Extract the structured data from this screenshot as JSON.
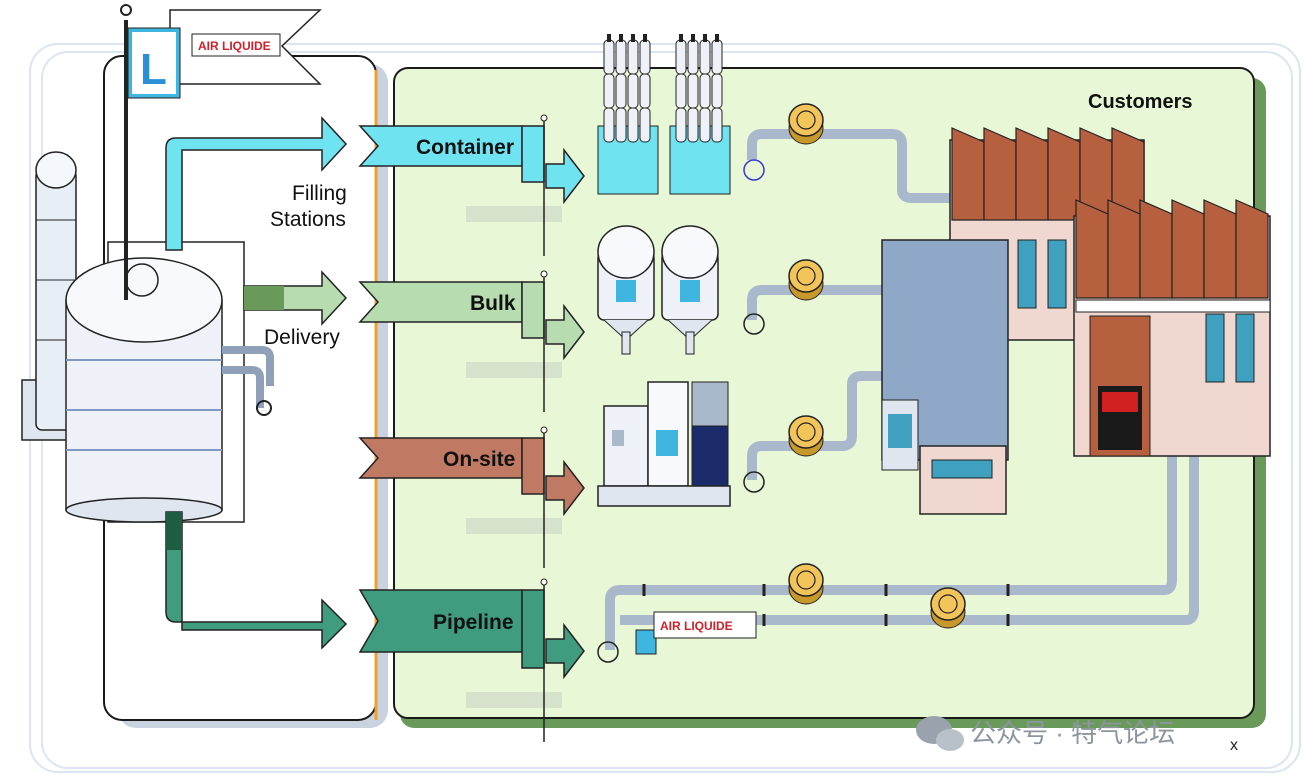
{
  "colors": {
    "container": "#6fe3f0",
    "bulk": "#b7dcb0",
    "onsite": "#c07a63",
    "pipeline": "#3f9c7e",
    "customer_zone": "#e8f7d6",
    "roof": "#b7603f",
    "building_blue": "#8fa8c8",
    "wall_pink": "#f0d8d0",
    "coin": "#f2c45a"
  },
  "labels": {
    "customers": "Customers",
    "filling_stations_line1": "Filling",
    "filling_stations_line2": "Stations",
    "delivery": "Delivery",
    "container": "Container",
    "bulk": "Bulk",
    "onsite": "On-site",
    "pipeline": "Pipeline",
    "brand_mark": "L",
    "brand_text": "AIR LIQUIDE"
  },
  "watermark": {
    "text": "公众号 · 特气论坛",
    "icon": "wechat-icon"
  },
  "footer_mark": "x"
}
